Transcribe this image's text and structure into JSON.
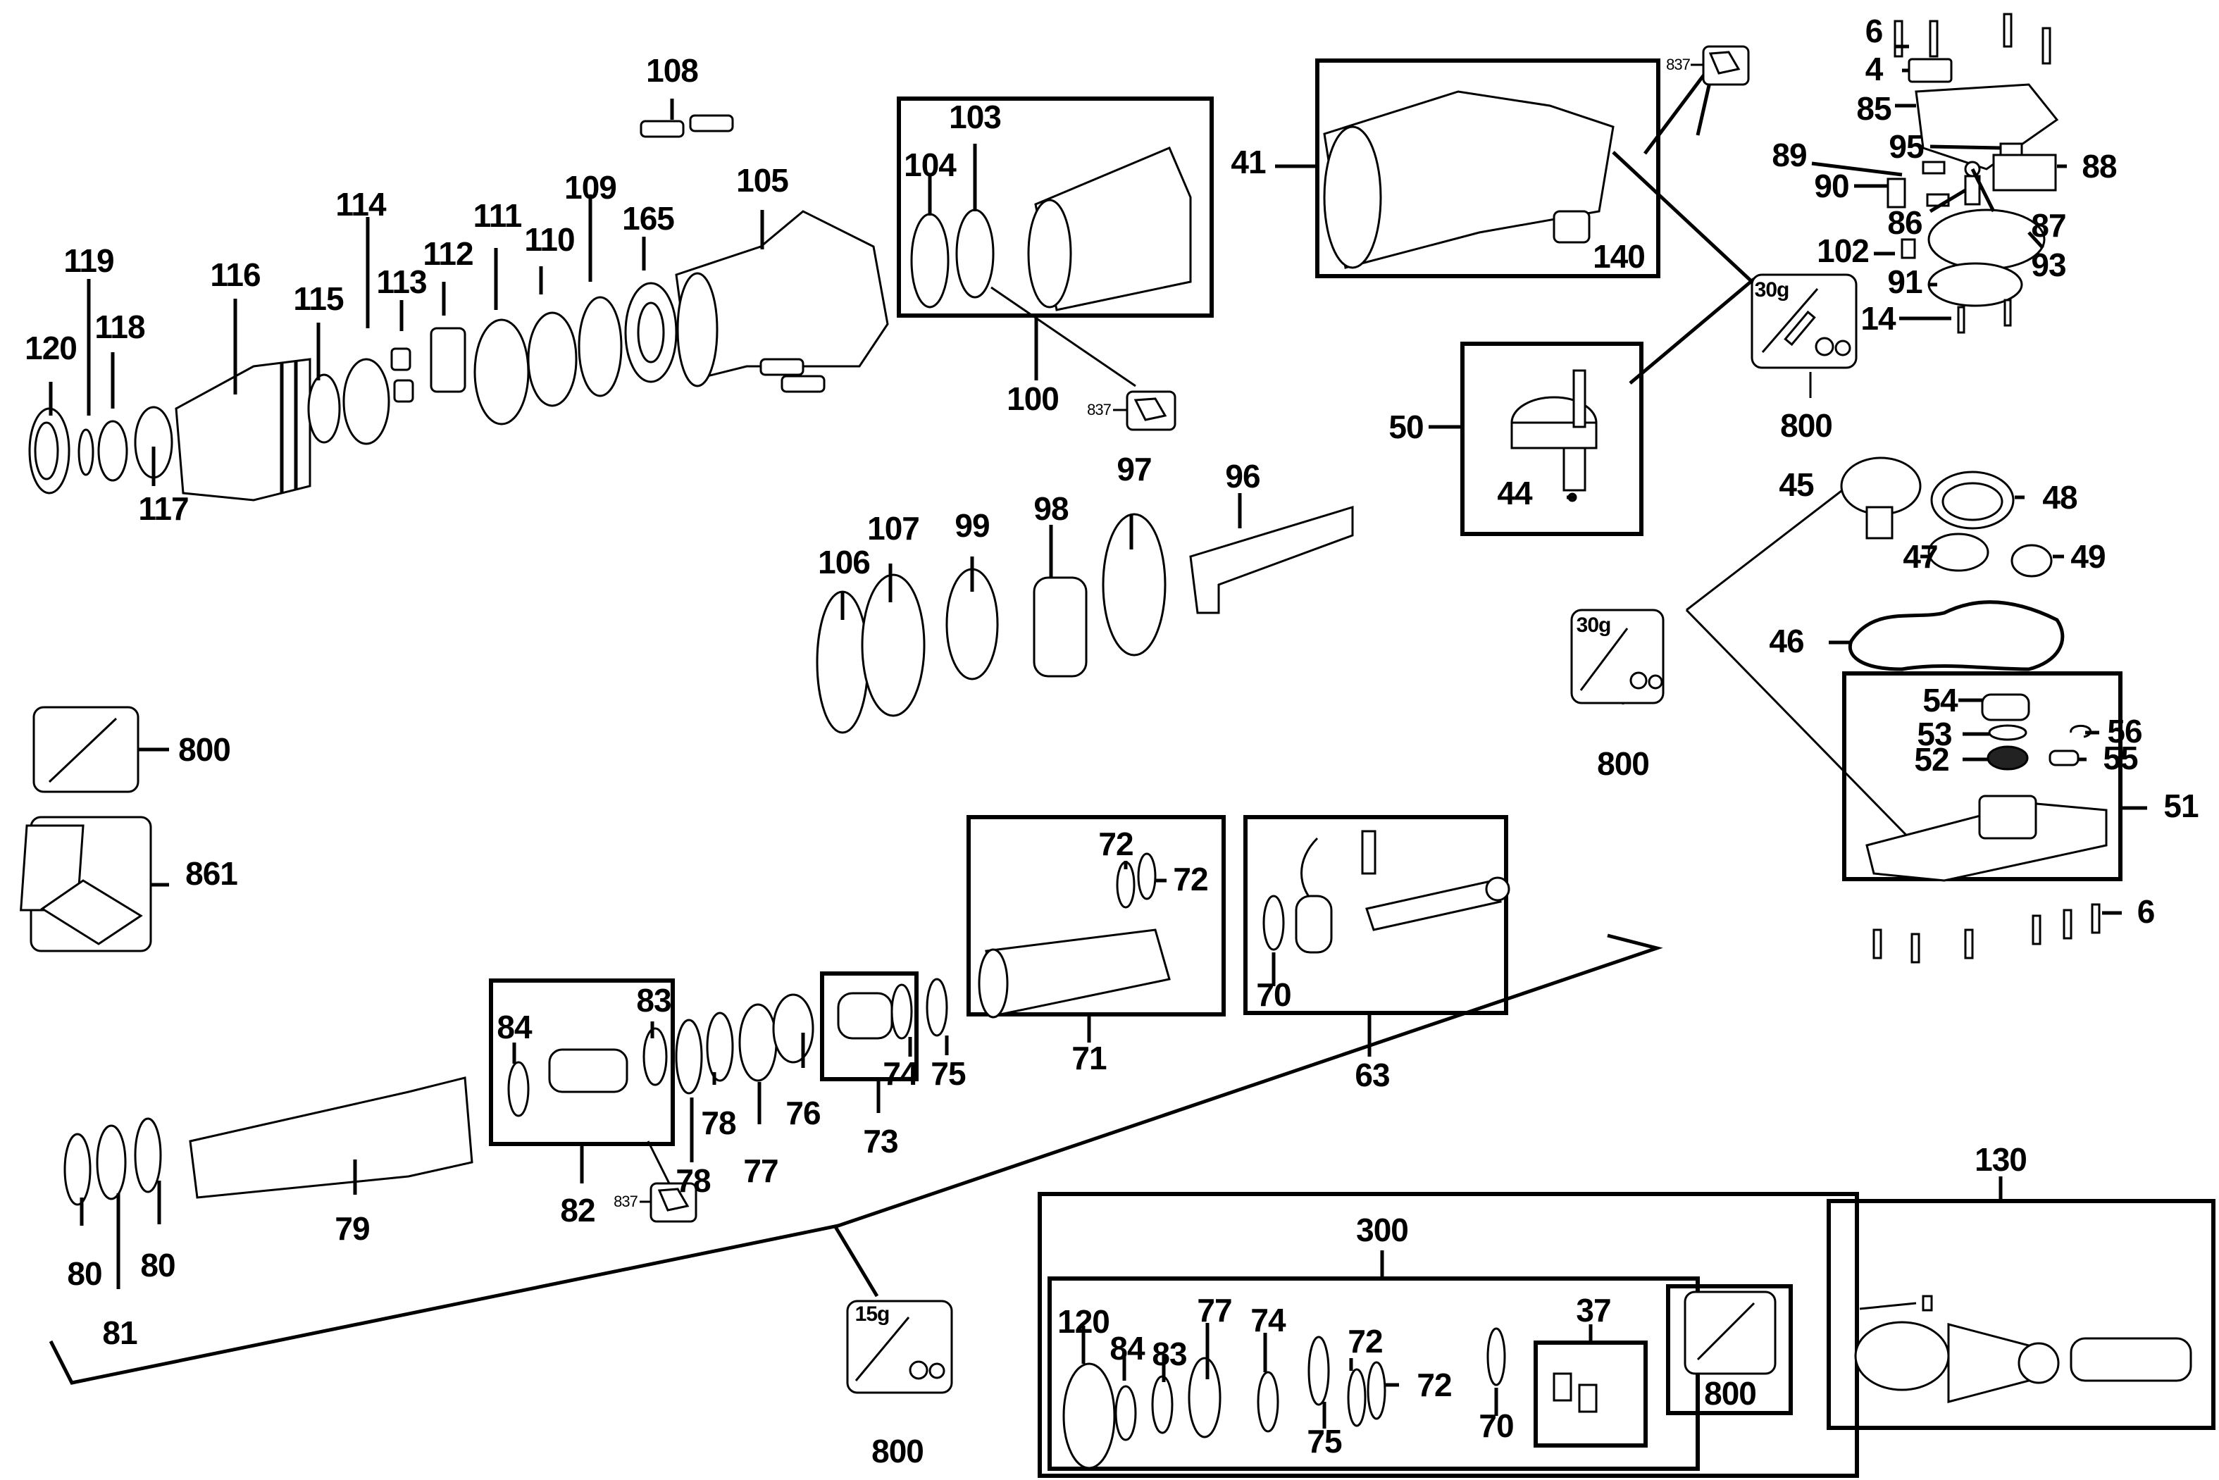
{
  "diagram": {
    "title": "Rotary hammer exploded parts diagram",
    "labels": {
      "p108": "108",
      "p103": "103",
      "p104": "104",
      "p105": "105",
      "p165": "165",
      "p109": "109",
      "p110": "110",
      "p111": "111",
      "p112": "112",
      "p113": "113",
      "p114": "114",
      "p115": "115",
      "p116": "116",
      "p117": "117",
      "p118": "118",
      "p119": "119",
      "p120": "120",
      "p100": "100",
      "p41": "41",
      "p140": "140",
      "p50": "50",
      "p44": "44",
      "p800a": "800",
      "p800b": "800",
      "p800c": "800",
      "p800d": "800",
      "p800e": "800",
      "p6a": "6",
      "p4": "4",
      "p85": "85",
      "p95": "95",
      "p88": "88",
      "p89": "89",
      "p90": "90",
      "p86": "86",
      "p87": "87",
      "p93": "93",
      "p102": "102",
      "p91": "91",
      "p14": "14",
      "p45": "45",
      "p48": "48",
      "p47": "47",
      "p49": "49",
      "p46": "46",
      "p54": "54",
      "p53": "53",
      "p56": "56",
      "p52": "52",
      "p55": "55",
      "p51": "51",
      "p6b": "6",
      "p96": "96",
      "p97": "97",
      "p98": "98",
      "p99": "99",
      "p107": "107",
      "p106": "106",
      "p861": "861",
      "p72a": "72",
      "p72b": "72",
      "p71": "71",
      "p70": "70",
      "p63": "63",
      "p84": "84",
      "p83": "83",
      "p82": "82",
      "p78a": "78",
      "p78b": "78",
      "p77": "77",
      "p76": "76",
      "p74": "74",
      "p75": "75",
      "p73": "73",
      "p79": "79",
      "p80a": "80",
      "p80b": "80",
      "p81": "81",
      "p300": "300",
      "k120": "120",
      "k84": "84",
      "k83": "83",
      "k77": "77",
      "k74": "74",
      "k72a": "72",
      "k72b": "72",
      "k75": "75",
      "k70": "70",
      "k37": "37",
      "k800": "800",
      "p130": "130"
    },
    "callouts": {
      "manual_837_a": "837",
      "manual_837_b": "837",
      "manual_837_c": "837",
      "grease_30g_a": "30g",
      "grease_30g_b": "30g",
      "grease_15g": "15g"
    },
    "kits": {
      "kit_300": "300",
      "kit_130": "130",
      "kit_100": "100",
      "kit_41": "41",
      "kit_50": "50",
      "kit_51": "51",
      "kit_71": "71",
      "kit_63": "63",
      "kit_73": "73",
      "kit_82": "82",
      "kit_37": "37"
    }
  }
}
